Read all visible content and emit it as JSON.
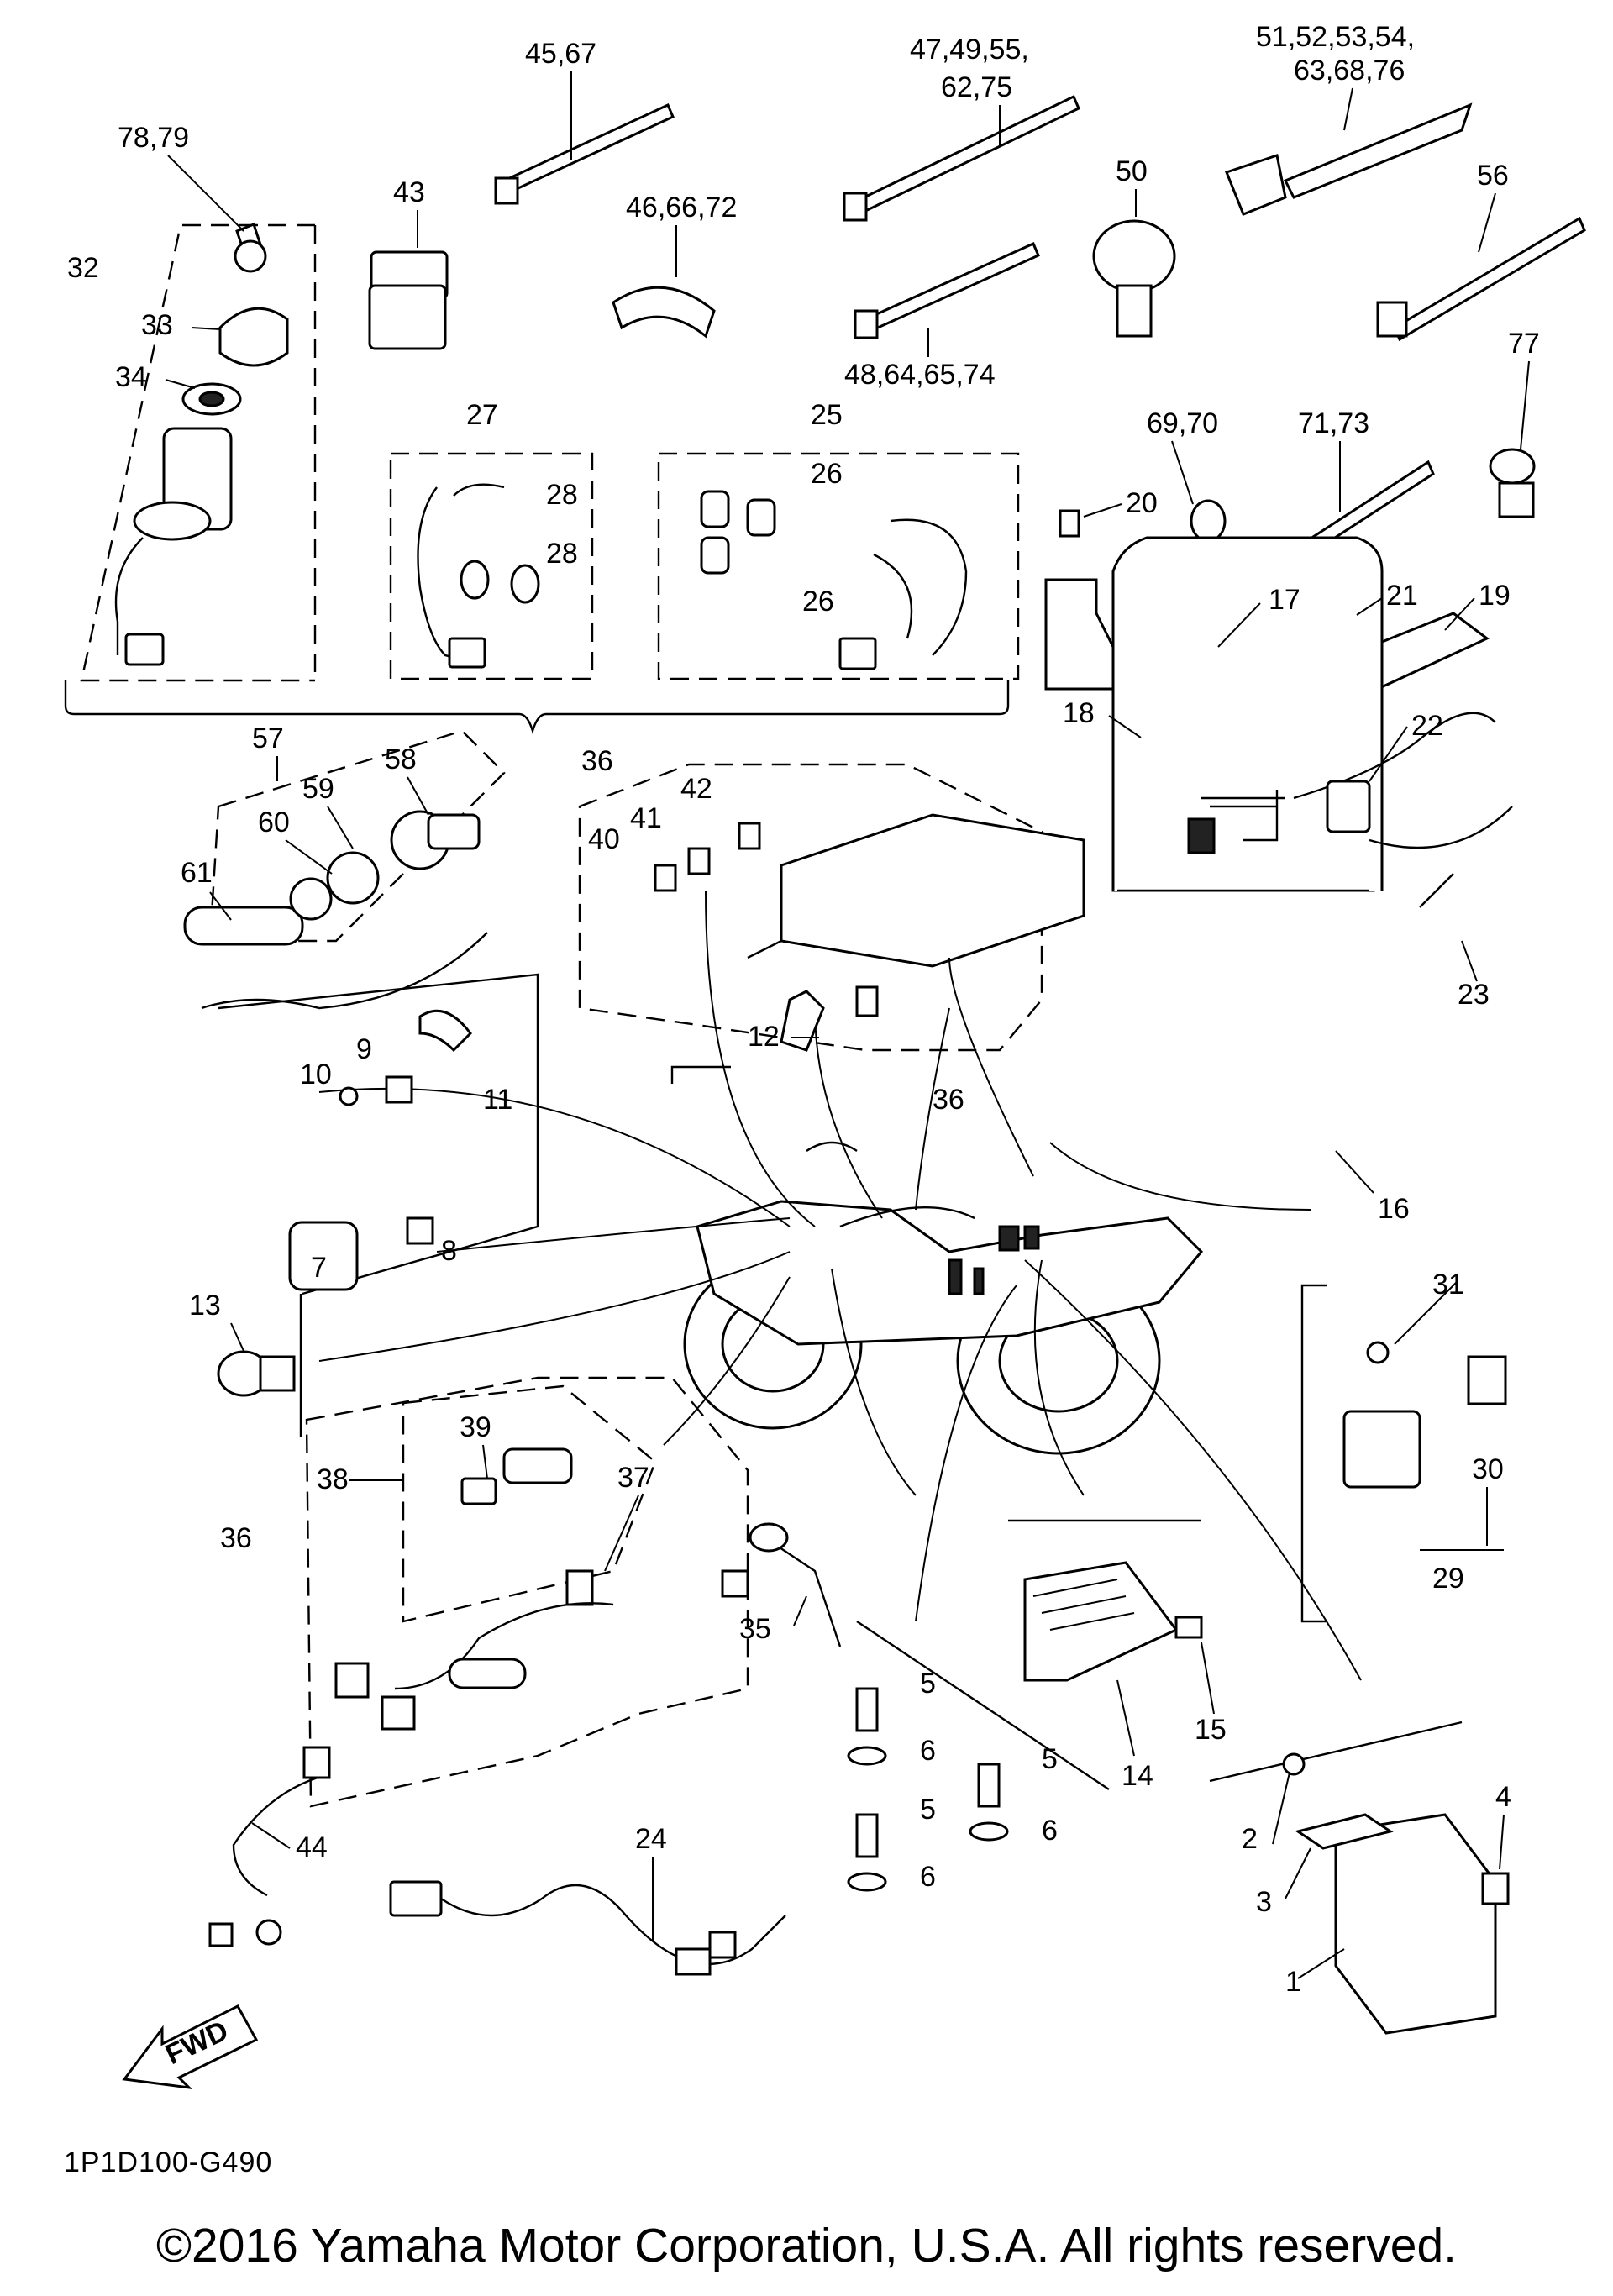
{
  "callouts": {
    "c1": "1",
    "c2": "2",
    "c3": "3",
    "c4": "4",
    "c5a": "5",
    "c5b": "5",
    "c5c": "5",
    "c6a": "6",
    "c6b": "6",
    "c6c": "6",
    "c7": "7",
    "c8": "8",
    "c9": "9",
    "c10": "10",
    "c11": "11",
    "c12": "12",
    "c13": "13",
    "c14": "14",
    "c15": "15",
    "c16": "16",
    "c17": "17",
    "c18": "18",
    "c19": "19",
    "c20": "20",
    "c21": "21",
    "c22": "22",
    "c23": "23",
    "c24": "24",
    "c25": "25",
    "c26a": "26",
    "c26b": "26",
    "c27": "27",
    "c28a": "28",
    "c28b": "28",
    "c29": "29",
    "c30": "30",
    "c31": "31",
    "c32": "32",
    "c33": "33",
    "c34": "34",
    "c35": "35",
    "c36a": "36",
    "c36b": "36",
    "c36c": "36",
    "c37": "37",
    "c38": "38",
    "c39": "39",
    "c40": "40",
    "c41": "41",
    "c42": "42",
    "c43": "43",
    "c44": "44",
    "c45": "45,67",
    "c46": "46,66,72",
    "c47a": "47,49,55,",
    "c47b": "62,75",
    "c48": "48,64,65,74",
    "c50": "50",
    "c51a": "51,52,53,54,",
    "c51b": "63,68,76",
    "c56": "56",
    "c57": "57",
    "c58": "58",
    "c59": "59",
    "c60": "60",
    "c61": "61",
    "c69": "69,70",
    "c71": "71,73",
    "c77": "77",
    "c78": "78,79"
  },
  "fwd_label": "FWD",
  "diagram_code": "1P1D100-G490",
  "copyright": "©2016 Yamaha Motor Corporation, U.S.A. All rights reserved."
}
